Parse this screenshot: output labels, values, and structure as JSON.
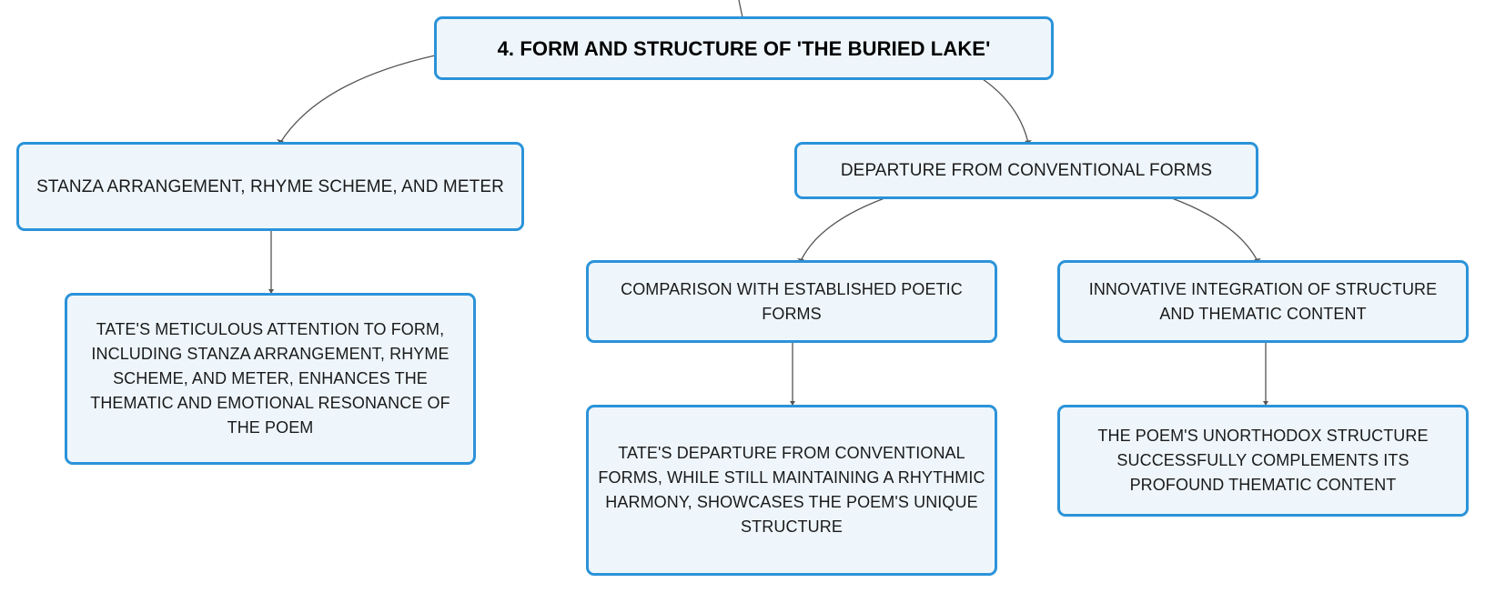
{
  "mindmap": {
    "root": {
      "label": "4. FORM AND STRUCTURE OF 'THE BURIED LAKE'"
    },
    "branch_left": {
      "label": "STANZA ARRANGEMENT, RHYME SCHEME, AND METER",
      "detail": "TATE'S METICULOUS ATTENTION TO FORM, INCLUDING STANZA ARRANGEMENT, RHYME SCHEME, AND METER, ENHANCES THE THEMATIC AND EMOTIONAL RESONANCE OF THE POEM"
    },
    "branch_right": {
      "label": "DEPARTURE FROM CONVENTIONAL FORMS",
      "children": [
        {
          "label": "COMPARISON WITH ESTABLISHED POETIC FORMS",
          "detail": "TATE'S DEPARTURE FROM CONVENTIONAL FORMS, WHILE STILL MAINTAINING A RHYTHMIC HARMONY, SHOWCASES THE POEM'S UNIQUE STRUCTURE"
        },
        {
          "label": "INNOVATIVE INTEGRATION OF STRUCTURE AND THEMATIC CONTENT",
          "detail": "THE POEM'S UNORTHODOX STRUCTURE SUCCESSFULLY COMPLEMENTS ITS PROFOUND THEMATIC CONTENT"
        }
      ]
    }
  },
  "colors": {
    "node_border": "#2b93d9",
    "node_fill": "#eef6fc",
    "connector": "#555555"
  }
}
